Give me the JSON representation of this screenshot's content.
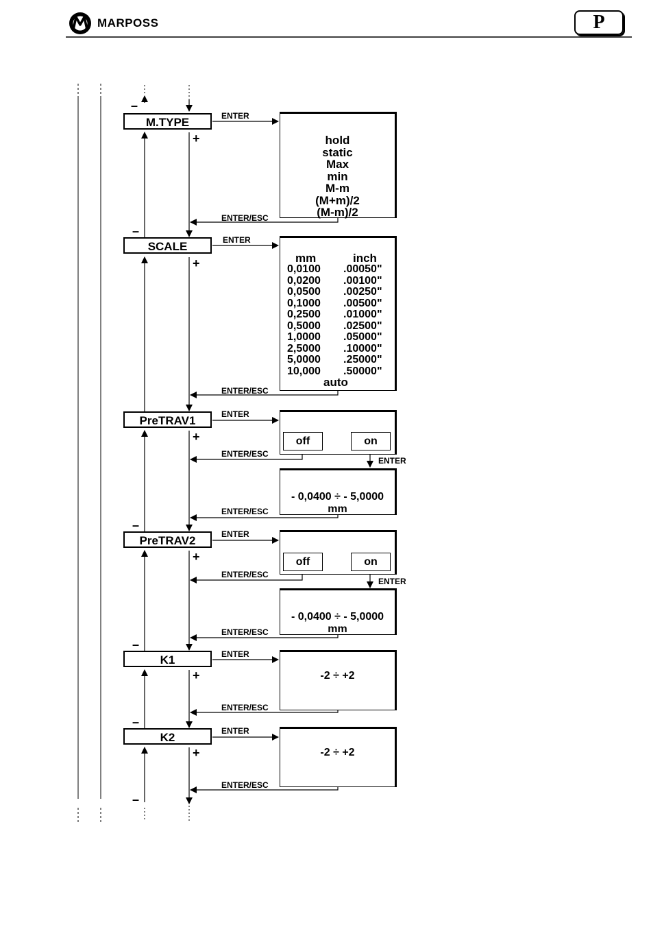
{
  "header": {
    "brand_name": "MARPOSS",
    "page_letter": "P"
  },
  "flow": {
    "enter": "ENTER",
    "enter_esc": "ENTER/ESC",
    "plus": "+",
    "minus": "–",
    "menus": [
      {
        "label": "M.TYPE"
      },
      {
        "label": "SCALE"
      },
      {
        "label": "PreTRAV1"
      },
      {
        "label": "PreTRAV2"
      },
      {
        "label": "K1"
      },
      {
        "label": "K2"
      }
    ],
    "mtype_options": [
      "hold",
      "static",
      "Max",
      "min",
      "M-m",
      "(M+m)/2",
      "(M-m)/2"
    ],
    "scale": {
      "mm_header": "mm",
      "inch_header": "inch",
      "mm": [
        "0,0100",
        "0,0200",
        "0,0500",
        "0,1000",
        "0,2500",
        "0,5000",
        "1,0000",
        "2,5000",
        "5,0000",
        "10,000"
      ],
      "inch": [
        ".00050\"",
        ".00100\"",
        ".00250\"",
        ".00500\"",
        ".01000\"",
        ".02500\"",
        ".05000\"",
        ".10000\"",
        ".25000\"",
        ".50000\""
      ],
      "auto": "auto"
    },
    "pretrav1": {
      "off": "off",
      "on": "on",
      "range": "- 0,0400 ÷ - 5,0000",
      "unit": "mm"
    },
    "pretrav2": {
      "off": "off",
      "on": "on",
      "range": "- 0,0400 ÷ - 5,0000",
      "unit": "mm"
    },
    "k1_range": "-2 ÷ +2",
    "k2_range": "-2 ÷ +2"
  }
}
